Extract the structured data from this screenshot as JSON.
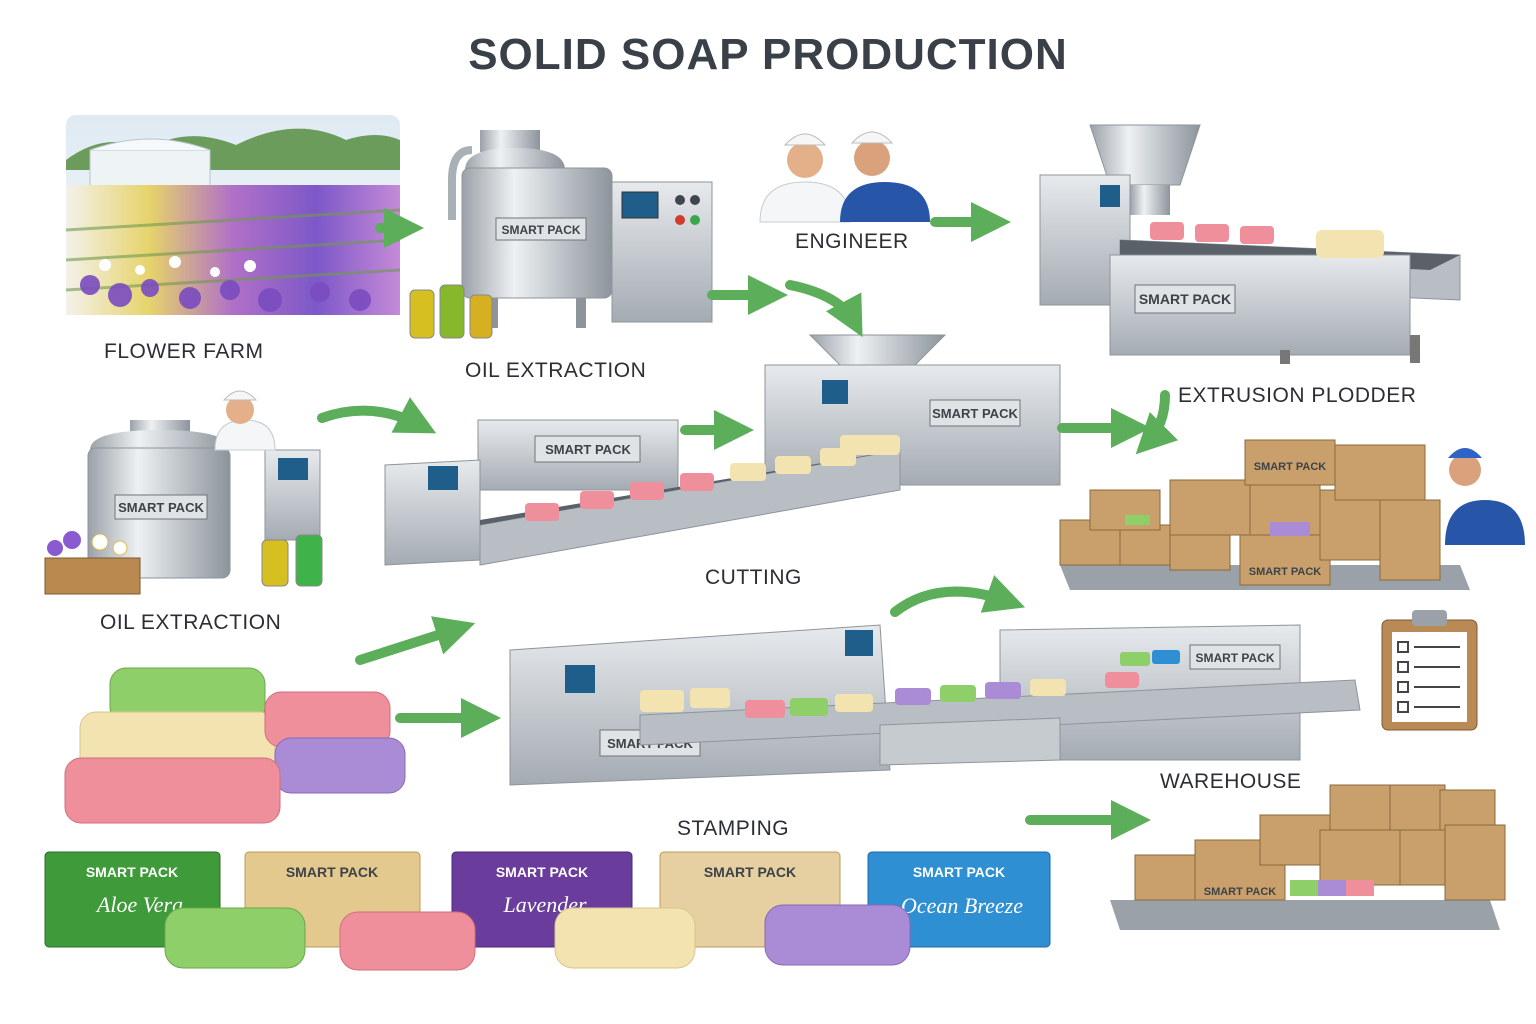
{
  "title": "SOLID SOAP PRODUCTION",
  "stages": {
    "flower_farm": "FLOWER FARM",
    "oil_extraction_top": "OIL EXTRACTION",
    "engineer": "ENGINEER",
    "extrusion_plodder": "EXTRUSION PLODDER",
    "oil_extraction_left": "OIL EXTRACTION",
    "cutting": "CUTTING",
    "stamping": "STAMPING",
    "warehouse": "WAREHOUSE"
  },
  "brand": "SMART PACK",
  "wrappers": [
    {
      "brand": "SMART PACK",
      "name": "Aloe Vera",
      "color": "#3f9a3a"
    },
    {
      "brand": "SMART PACK",
      "name": "",
      "color": "#e3c98e"
    },
    {
      "brand": "SMART PACK",
      "name": "Lavender",
      "color": "#6a3c9c"
    },
    {
      "brand": "SMART PACK",
      "name": "",
      "color": "#e6cfa0"
    },
    {
      "brand": "SMART PACK",
      "name": "Ocean Breeze",
      "color": "#2f8fd3"
    }
  ],
  "colors": {
    "arrow": "#5cae5a",
    "steel": "#c6cbd0",
    "cardboard": "#c9a06b",
    "soap_green": "#8fcf6a",
    "soap_pink": "#ef8f9c",
    "soap_cream": "#f3e3b0",
    "soap_purple": "#a98bd6"
  }
}
